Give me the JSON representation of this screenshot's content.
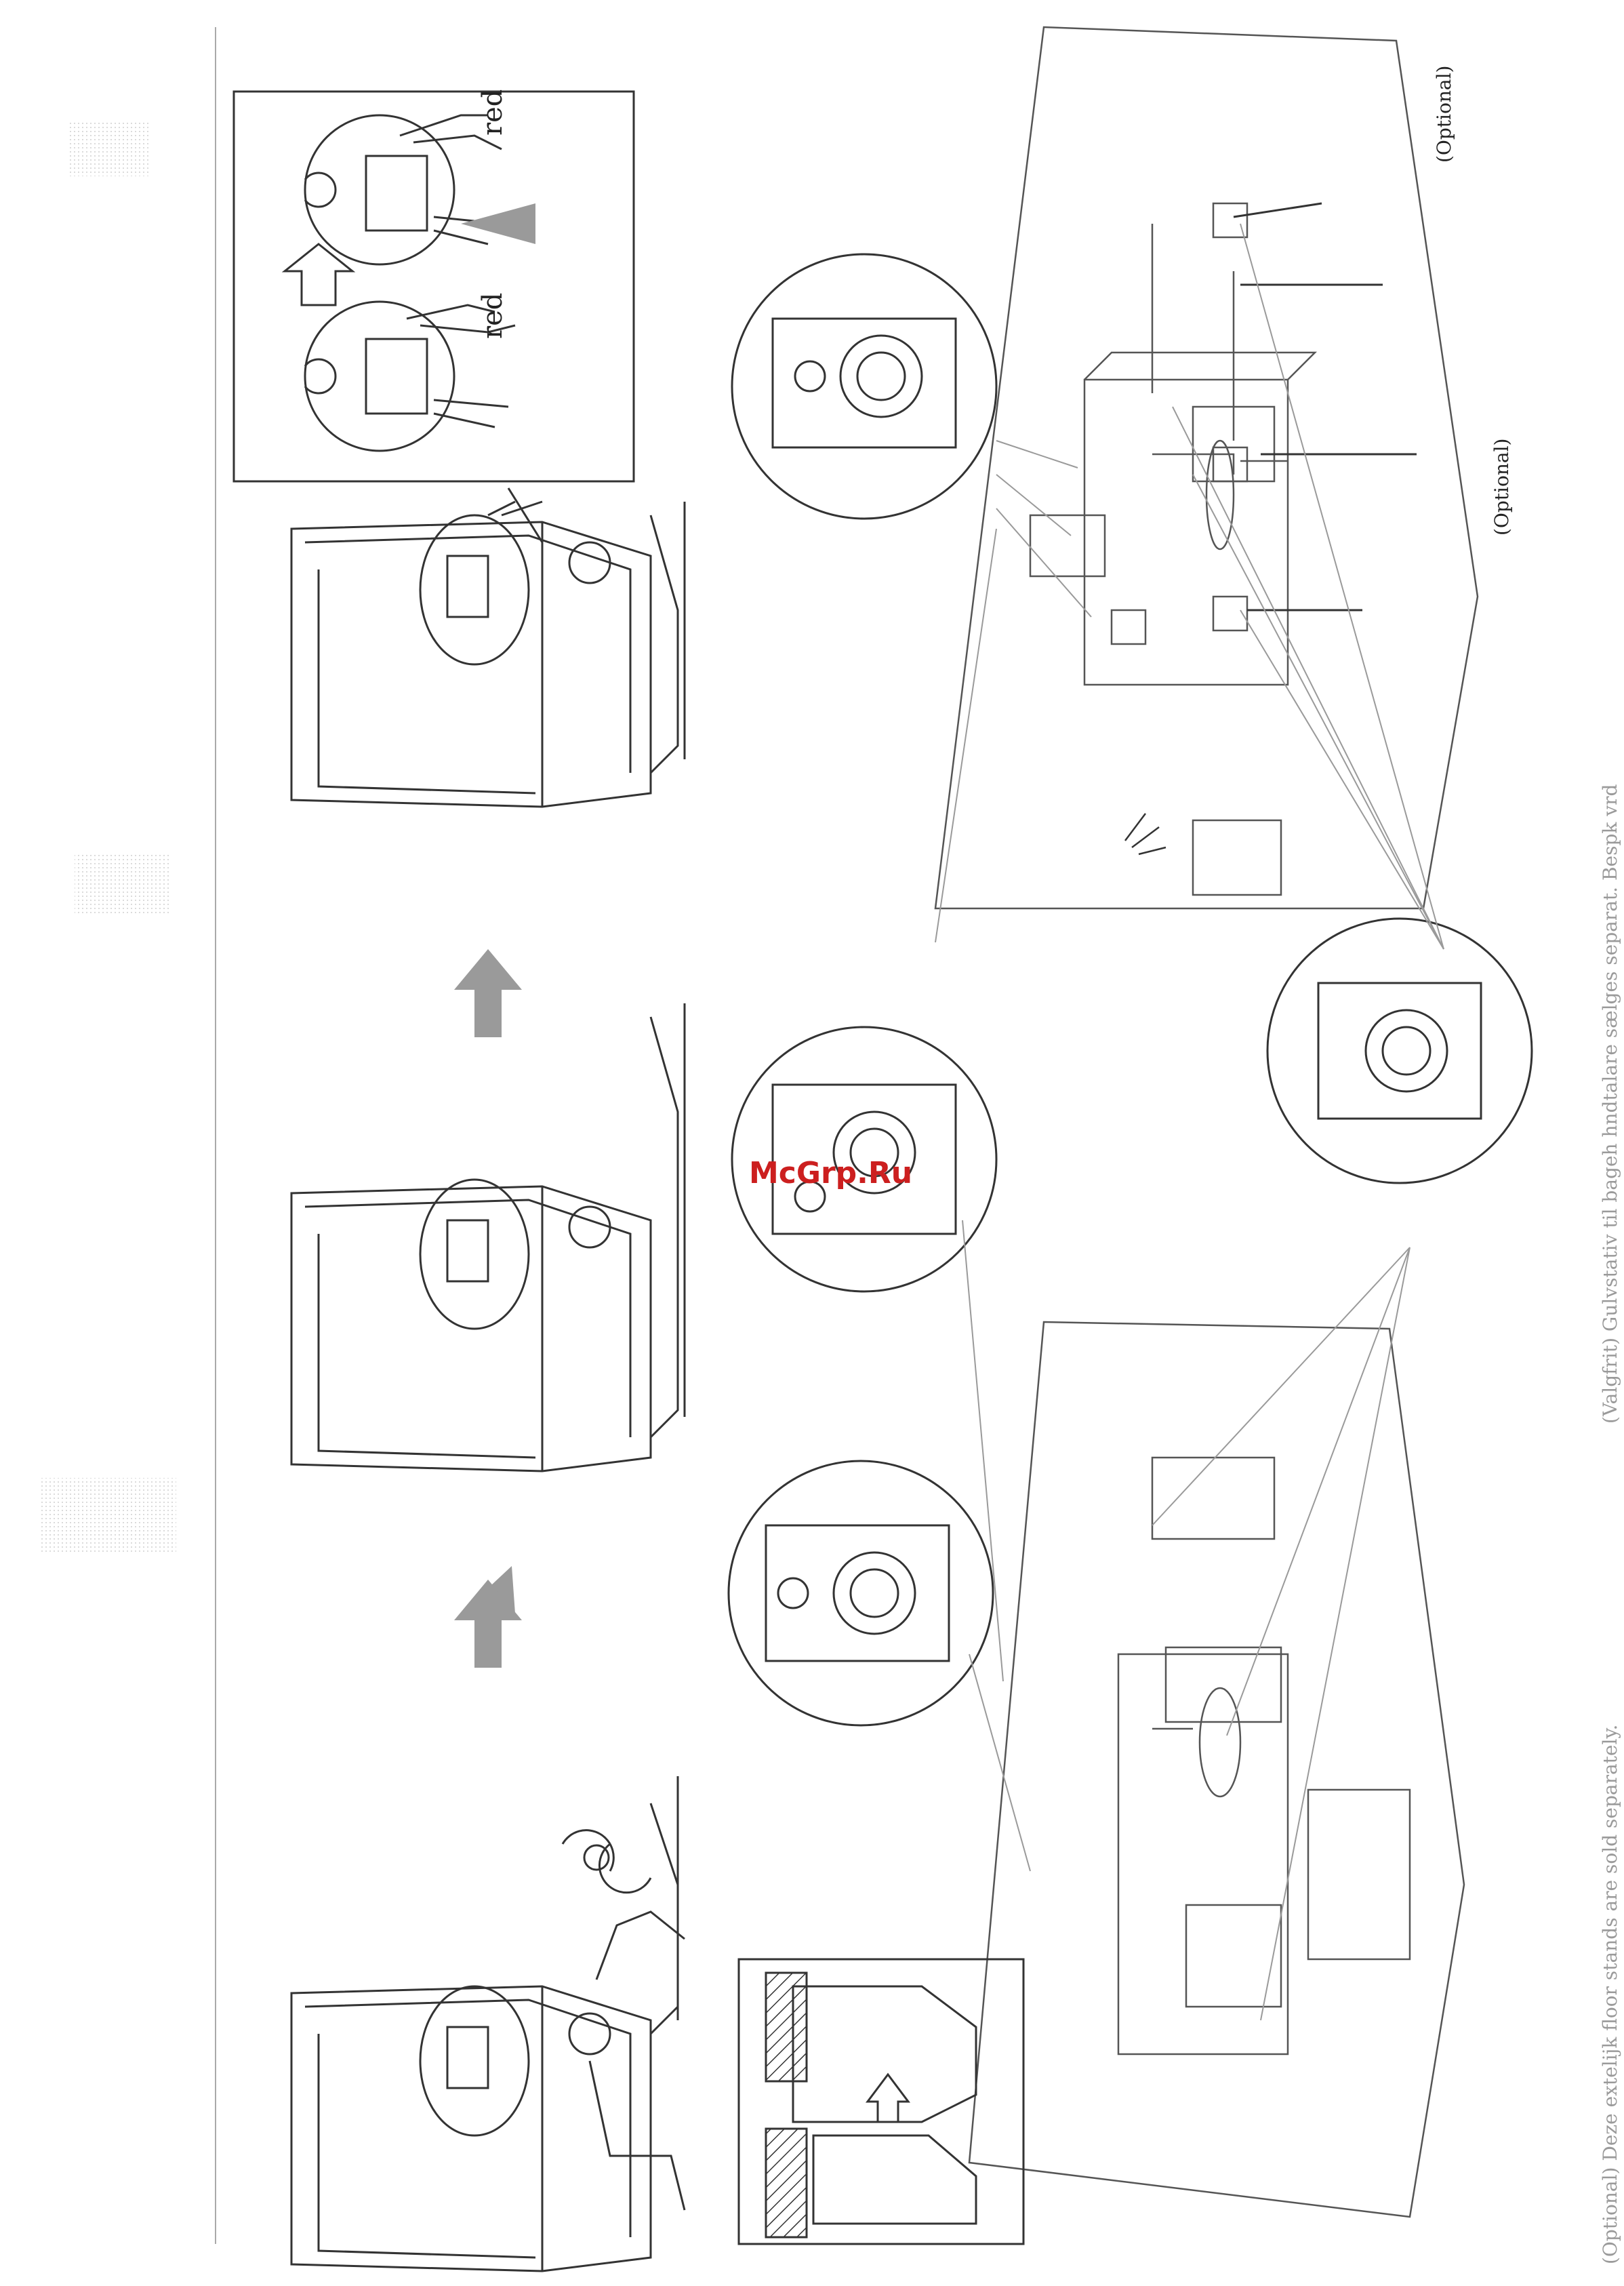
{
  "page": {
    "background": "#ffffff",
    "line_color": "#333333",
    "arrow_color": "#9a9a9a"
  },
  "labels": {
    "red_1": "red",
    "red_2": "red",
    "optional_top": "(Optional)",
    "optional_mid": "(Optional)",
    "watermark": "McGrp.Ru"
  },
  "captions": {
    "bottom_left": "(Optional) Deze extelijk floor stands are sold separately.",
    "bottom_right": "(Valgfrit) Gulvstativ til bageh hndtalare sælges separat. Bespk vrd"
  },
  "icons": [
    "speaker-box-icon",
    "terminal-closeup-icon",
    "up-arrow-icon",
    "warning-triangle-icon",
    "speaker-grille-icon",
    "room-layout-icon",
    "wall-mount-icon",
    "floor-stand-icon",
    "plant-icon"
  ],
  "colors": {
    "watermark": "#cc1f1f",
    "grey_arrow": "#9a9a9a"
  }
}
